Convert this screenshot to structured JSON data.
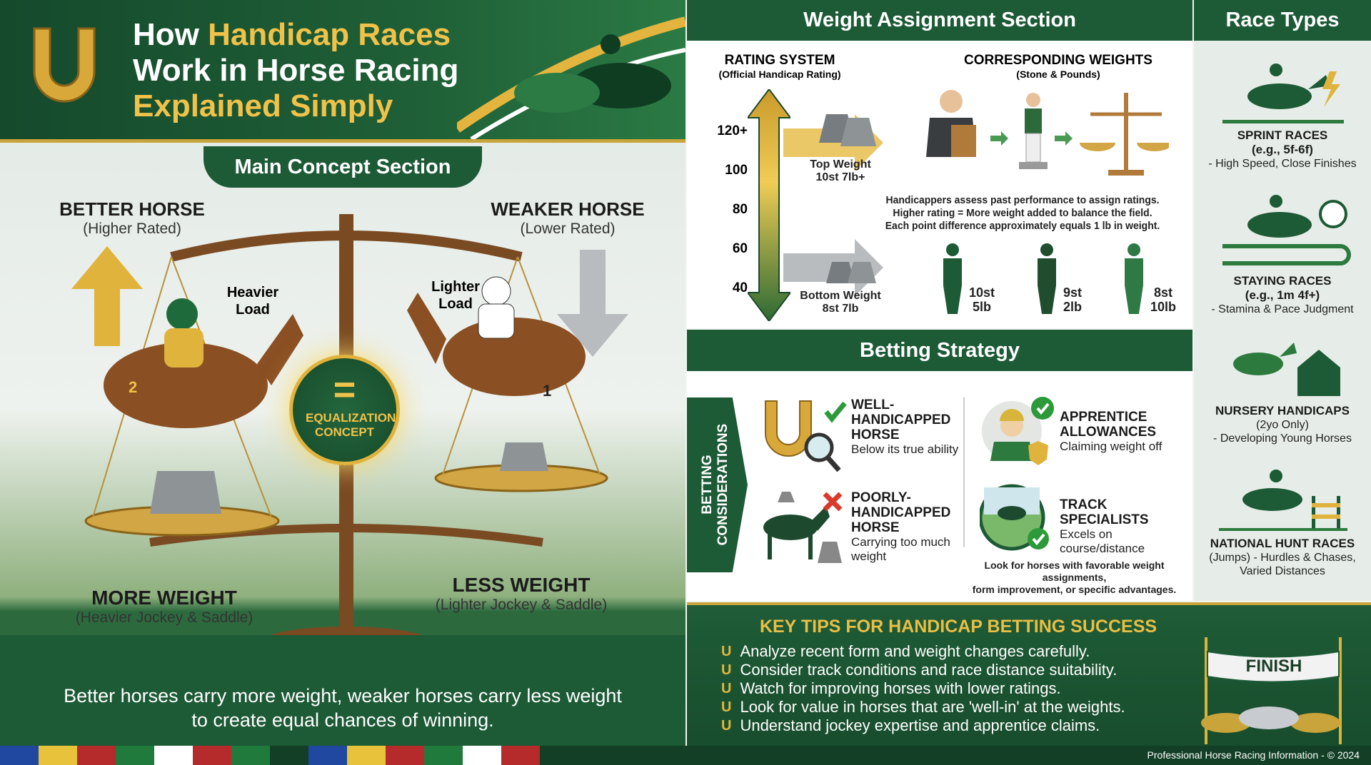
{
  "header": {
    "title_line1_a": "How ",
    "title_line1_b": "Handicap Races",
    "title_line2": "Work in Horse Racing",
    "title_line3": "Explained Simply"
  },
  "main_concept": {
    "tab": "Main Concept Section",
    "better": {
      "title": "BETTER HORSE",
      "sub": "(Higher Rated)",
      "load": "Heavier Load",
      "weight_title": "MORE WEIGHT",
      "weight_sub": "(Heavier Jockey & Saddle)",
      "saddle_number": "2"
    },
    "weaker": {
      "title": "WEAKER HORSE",
      "sub": "(Lower Rated)",
      "load": "Lighter Load",
      "weight_title": "LESS WEIGHT",
      "weight_sub": "(Lighter Jockey & Saddle)",
      "saddle_number": "1"
    },
    "center_symbol": "=",
    "center_label": "EQUALIZATION CONCEPT",
    "caption_line1": "Better horses carry more weight, weaker horses carry less weight",
    "caption_line2": "to create equal chances of winning."
  },
  "weight_assignment": {
    "header": "Weight Assignment Section",
    "rating_title": "RATING SYSTEM",
    "rating_sub": "(Official Handicap Rating)",
    "weights_title": "CORRESPONDING WEIGHTS",
    "weights_sub": "(Stone & Pounds)",
    "scale_ticks": [
      "120+",
      "100",
      "80",
      "60",
      "40"
    ],
    "top_weight": [
      "Top Weight",
      "10st 7lb+"
    ],
    "bottom_weight": [
      "Bottom Weight",
      "8st 7lb"
    ],
    "explanation": [
      "Handicappers assess past performance to assign ratings.",
      "Higher rating = More weight added to balance the field.",
      "Each point difference approximately equals 1 lb in weight."
    ],
    "jockeys": [
      [
        "10st",
        "5lb"
      ],
      [
        "9st",
        "2lb"
      ],
      [
        "8st",
        "10lb"
      ]
    ]
  },
  "betting": {
    "header": "Betting Strategy",
    "side_label": [
      "BETTING",
      "CONSIDERATIONS"
    ],
    "items": [
      {
        "title": "WELL-HANDICAPPED HORSE",
        "desc": "Below its true ability",
        "icon": "horseshoe-magnifier-icon"
      },
      {
        "title": "POORLY-HANDICAPPED HORSE",
        "desc": "Carrying too much weight",
        "icon": "horse-weight-icon"
      },
      {
        "title": "APPRENTICE ALLOWANCES",
        "desc": "Claiming weight off",
        "icon": "apprentice-jockey-icon"
      },
      {
        "title": "TRACK SPECIALISTS",
        "desc": "Excels on course/distance",
        "icon": "track-horse-icon"
      }
    ],
    "note": [
      "Look for horses with favorable weight assignments,",
      "form improvement, or specific advantages."
    ]
  },
  "race_types": {
    "header": "Race Types",
    "items": [
      {
        "title": "SPRINT RACES",
        "sub": "(e.g., 5f-6f)",
        "desc": "- High Speed, Close Finishes"
      },
      {
        "title": "STAYING RACES",
        "sub": "(e.g., 1m 4f+)",
        "desc": "- Stamina & Pace Judgment"
      },
      {
        "title": "NURSERY HANDICAPS",
        "sub": "(2yo Only)",
        "desc": "- Developing Young Horses"
      },
      {
        "title": "NATIONAL HUNT RACES",
        "sub": "(Jumps) - Hurdles & Chases,",
        "desc": "Varied Distances"
      }
    ]
  },
  "key_tips": {
    "title": "KEY TIPS FOR HANDICAP BETTING SUCCESS",
    "tips": [
      "Analyze recent form and weight changes carefully.",
      "Consider track conditions and race distance suitability.",
      "Watch for improving horses with lower ratings.",
      "Look for value in horses that are 'well-in' at the weights.",
      "Understand jockey expertise and apprentice claims."
    ],
    "finish_banner": "FINISH"
  },
  "footer": {
    "text": "Professional Horse Racing Information - © 2024",
    "strip_colors": [
      "#2148a0",
      "#e8c23a",
      "#b52a2a",
      "#1f7a3c",
      "#ffffff",
      "#b52a2a",
      "#1f7a3c",
      "#123f25",
      "#2148a0",
      "#e8c23a",
      "#b52a2a",
      "#1f7a3c",
      "#ffffff",
      "#b52a2a"
    ]
  },
  "colors": {
    "brand_green": "#1d5a36",
    "gold": "#f0c24a",
    "accent_red": "#d93a2b"
  }
}
